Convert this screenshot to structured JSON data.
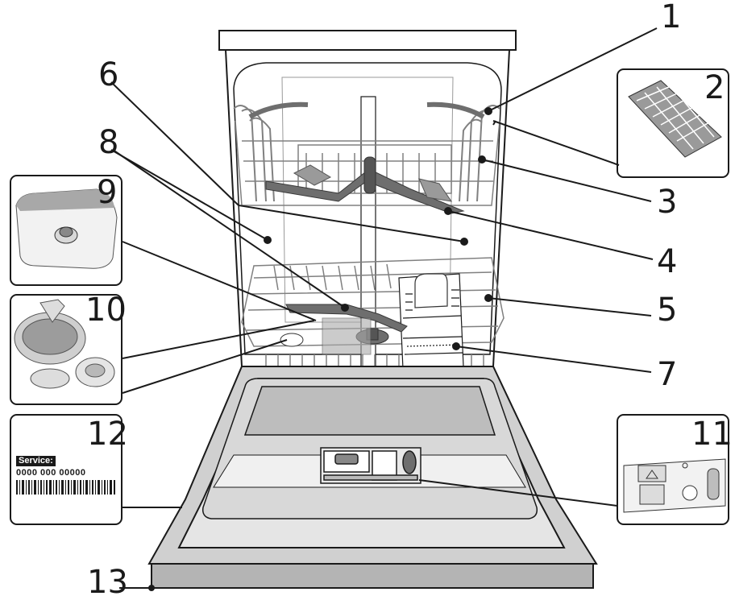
{
  "callouts": [
    "1",
    "2",
    "3",
    "4",
    "5",
    "6",
    "7",
    "8",
    "9",
    "10",
    "11",
    "12",
    "13"
  ],
  "service_label": {
    "title": "Service:",
    "code": "0000 000 00000"
  },
  "colors": {
    "outline": "#1a1a1a",
    "rack": "#808080",
    "arm": "#6e6e6e",
    "panel": "#c8c8c8",
    "door": "#e0e0e0",
    "kick": "#b4b4b4"
  }
}
